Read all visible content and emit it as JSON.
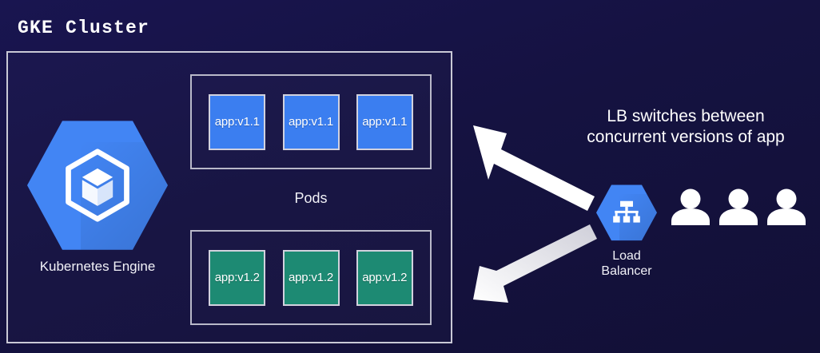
{
  "diagram": {
    "title": "GKE Cluster",
    "background_color": "#151241"
  },
  "cluster": {
    "engine": {
      "label": "Kubernetes Engine",
      "icon": "kubernetes-engine-hexagon-icon",
      "color": "#4285f4"
    },
    "pods_label": "Pods",
    "pod_groups": [
      {
        "version": "v1.1",
        "color": "#3b7ef0",
        "pods": [
          "app:v1.1",
          "app:v1.1",
          "app:v1.1"
        ]
      },
      {
        "version": "v1.2",
        "color": "#1d8a73",
        "pods": [
          "app:v1.2",
          "app:v1.2",
          "app:v1.2"
        ]
      }
    ]
  },
  "load_balancer": {
    "label_line1": "Load",
    "label_line2": "Balancer",
    "icon": "load-balancer-hexagon-icon",
    "color": "#4285f4"
  },
  "users": {
    "count": 3,
    "icon": "user-icon",
    "color": "#ffffff"
  },
  "callout": {
    "line1": "LB switches between",
    "line2": "concurrent versions of app",
    "color": "#ffffff"
  },
  "arrows": [
    {
      "name": "lb-to-v11-arrow",
      "direction": "up-left",
      "color": "#ffffff"
    },
    {
      "name": "lb-to-v12-arrow",
      "direction": "down-left",
      "color": "#e8e8ee"
    }
  ]
}
